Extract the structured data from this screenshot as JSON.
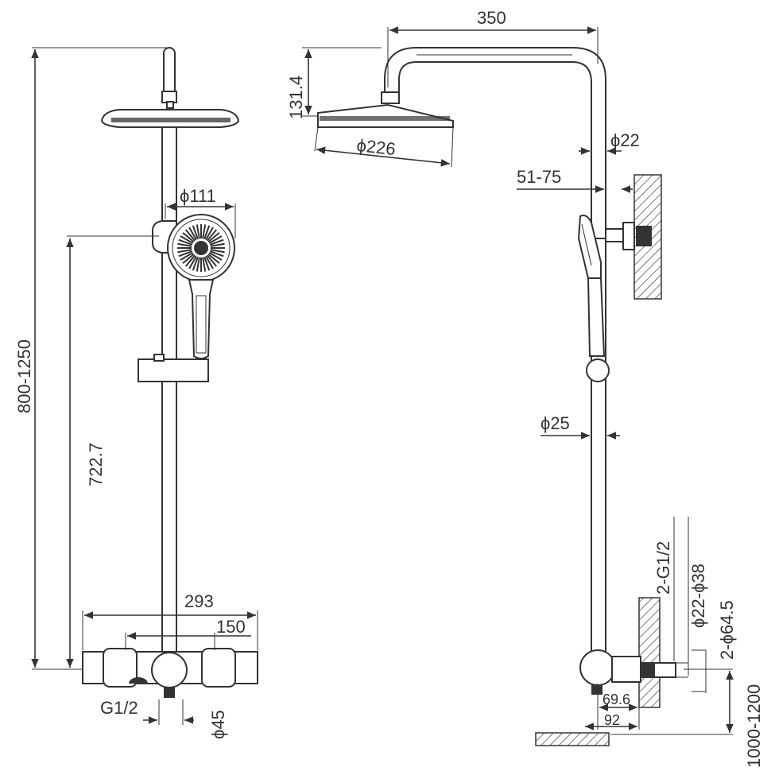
{
  "front_view": {
    "dim_total_height": "800-1250",
    "dim_handset_height": "722.7",
    "dim_handset_dia": "ϕ111",
    "dim_mixer_width": "293",
    "dim_inlet_spacing": "150",
    "dim_inlet_thread": "G1/2",
    "dim_outlet_dia": "ϕ45"
  },
  "side_view": {
    "dim_arm_reach": "350",
    "dim_head_drop": "131.4",
    "dim_head_dia": "ϕ226",
    "dim_arm_dia": "ϕ22",
    "dim_wall_bracket": "51-75",
    "dim_rail_dia": "ϕ25",
    "dim_connector_thread": "2-G1/2",
    "dim_connector_dia": "ϕ22-ϕ38",
    "dim_escutcheon_dia": "2-ϕ64.5",
    "dim_offset_a": "69.6",
    "dim_offset_b": "92",
    "dim_floor_height": "1000-1200"
  }
}
